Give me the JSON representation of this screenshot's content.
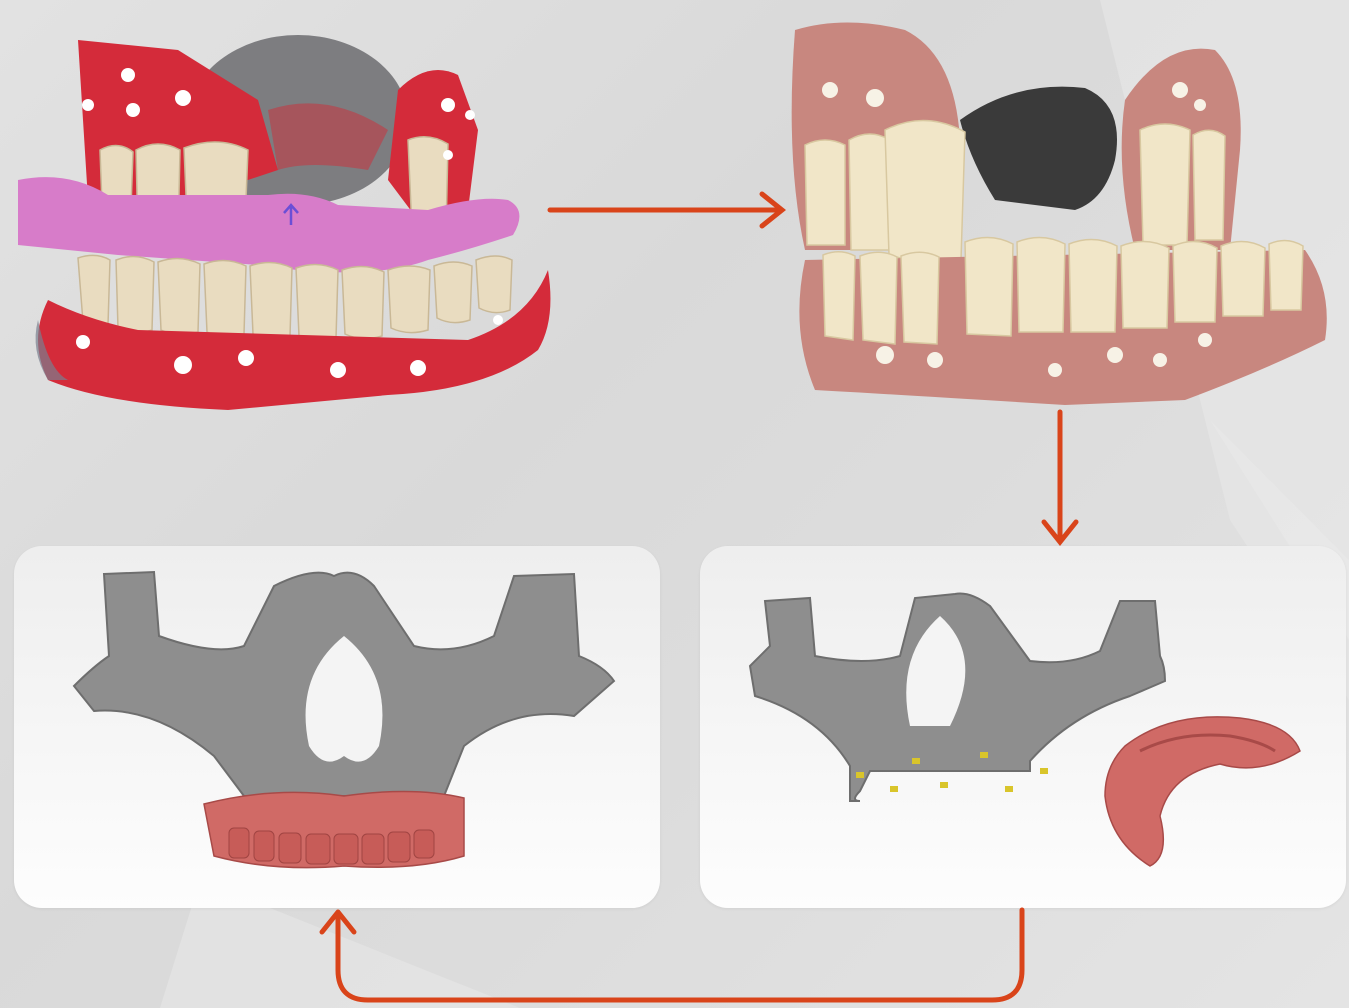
{
  "diagram": {
    "steps": [
      {
        "id": "physical-denture-with-bite-registration"
      },
      {
        "id": "textured-3d-scan-of-denture"
      },
      {
        "id": "segmented-maxilla-with-denture-scan"
      },
      {
        "id": "maxilla-aligned-with-denture"
      }
    ],
    "colors": {
      "background": "#dddddd",
      "panel": "#f4f4f4",
      "arrow": "#d9441a",
      "gum_physical": "#d42b3a",
      "bite_registration": "#d77cc9",
      "gum_scan": "#c8877f",
      "bone": "#8e8e8e",
      "denture_model": "#d06a66",
      "marker": "#d9c52b"
    }
  }
}
